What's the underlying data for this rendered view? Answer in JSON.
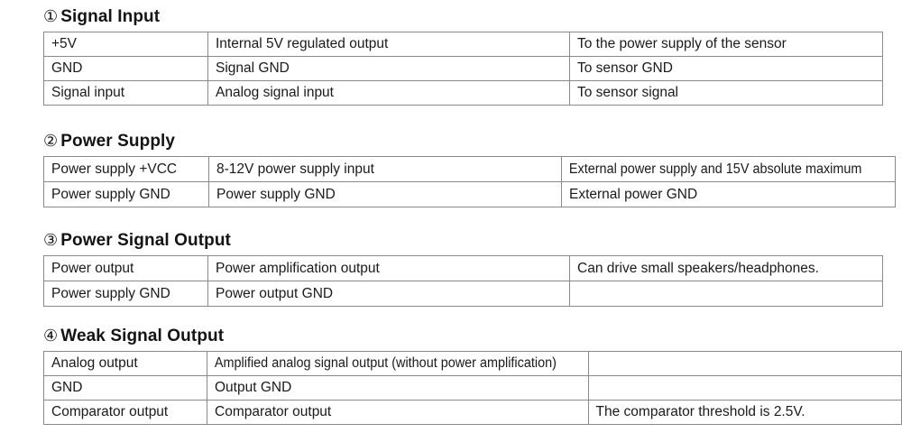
{
  "document": {
    "background_color": "#ffffff",
    "text_color": "#1a1a1a",
    "border_color": "#8a8a8a"
  },
  "sections": [
    {
      "id": "sec1",
      "number": "①",
      "title": "Signal Input",
      "rows": [
        {
          "pin": "+5V",
          "desc": "Internal 5V regulated output",
          "note": "To the power supply of the sensor"
        },
        {
          "pin": "GND",
          "desc": "Signal GND",
          "note": "To sensor GND"
        },
        {
          "pin": "Signal input",
          "desc": "Analog signal input",
          "note": "To sensor signal"
        }
      ]
    },
    {
      "id": "sec2",
      "number": "②",
      "title": "Power Supply",
      "rows": [
        {
          "pin": "Power supply +VCC",
          "desc": "8-12V power supply input",
          "note": "External power supply and 15V absolute maximum"
        },
        {
          "pin": "Power supply GND",
          "desc": "Power supply GND",
          "note": "External power GND"
        }
      ]
    },
    {
      "id": "sec3",
      "number": "③",
      "title": "Power Signal Output",
      "rows": [
        {
          "pin": "Power output",
          "desc": "Power amplification output",
          "note": "Can drive small speakers/headphones."
        },
        {
          "pin": "Power supply GND",
          "desc": "Power output GND",
          "note": ""
        }
      ]
    },
    {
      "id": "sec4",
      "number": "④",
      "title": "Weak Signal Output",
      "rows": [
        {
          "pin": "Analog output",
          "desc": "Amplified analog signal output (without power amplification)",
          "note": ""
        },
        {
          "pin": "GND",
          "desc": "Output GND",
          "note": ""
        },
        {
          "pin": "Comparator output",
          "desc": "Comparator output",
          "note": "The comparator threshold is 2.5V."
        }
      ]
    }
  ]
}
